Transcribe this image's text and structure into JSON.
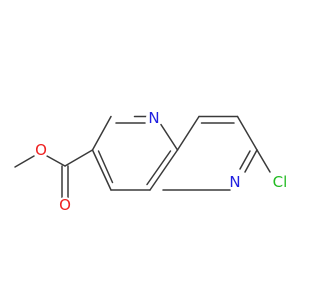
{
  "molecule": {
    "atoms": {
      "n_top": {
        "label": "N",
        "color": "#2020e0"
      },
      "n_mid": {
        "label": "N",
        "color": "#2020e0"
      },
      "cl": {
        "label": "Cl",
        "color": "#22bb22"
      },
      "o_ether": {
        "label": "O",
        "color": "#ee2020"
      },
      "o_carbonyl": {
        "label": "O",
        "color": "#ee2020"
      }
    },
    "bond_color": "#3a3a3a",
    "background": "#ffffff"
  }
}
